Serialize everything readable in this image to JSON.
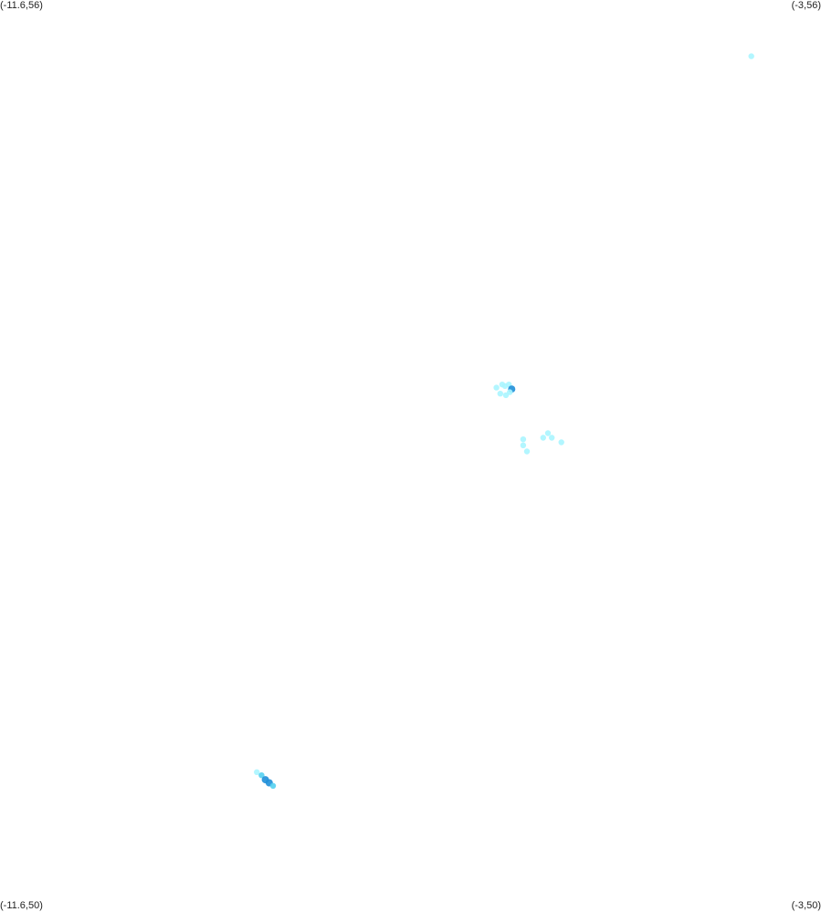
{
  "map": {
    "corners": {
      "top_left": "(-11.6,56)",
      "top_right": "(-3,56)",
      "bottom_left": "(-11.6,50)",
      "bottom_right": "(-3,50)"
    },
    "extent": {
      "lon_min": -11.6,
      "lon_max": -3,
      "lat_min": 50,
      "lat_max": 56
    },
    "colors": {
      "background": "#ffffff",
      "low": "#aaf5ff",
      "mid": "#55d0f0",
      "high": "#1f8fd8"
    },
    "points": [
      {
        "lon": -3.73,
        "lat": 55.63,
        "level": 1
      },
      {
        "lon": -6.4,
        "lat": 53.45,
        "level": 1
      },
      {
        "lon": -6.34,
        "lat": 53.47,
        "level": 1
      },
      {
        "lon": -6.31,
        "lat": 53.46,
        "level": 1
      },
      {
        "lon": -6.27,
        "lat": 53.47,
        "level": 1
      },
      {
        "lon": -6.24,
        "lat": 53.44,
        "level": 3
      },
      {
        "lon": -6.26,
        "lat": 53.42,
        "level": 1
      },
      {
        "lon": -6.36,
        "lat": 53.41,
        "level": 1
      },
      {
        "lon": -6.3,
        "lat": 53.4,
        "level": 1
      },
      {
        "lon": -6.12,
        "lat": 53.11,
        "level": 1
      },
      {
        "lon": -6.12,
        "lat": 53.07,
        "level": 1
      },
      {
        "lon": -6.08,
        "lat": 53.03,
        "level": 1
      },
      {
        "lon": -5.91,
        "lat": 53.12,
        "level": 1
      },
      {
        "lon": -5.86,
        "lat": 53.15,
        "level": 1
      },
      {
        "lon": -5.82,
        "lat": 53.12,
        "level": 1
      },
      {
        "lon": -5.72,
        "lat": 53.09,
        "level": 1
      },
      {
        "lon": -8.91,
        "lat": 50.92,
        "level": 1
      },
      {
        "lon": -8.86,
        "lat": 50.9,
        "level": 2
      },
      {
        "lon": -8.82,
        "lat": 50.87,
        "level": 3
      },
      {
        "lon": -8.78,
        "lat": 50.85,
        "level": 3
      },
      {
        "lon": -8.74,
        "lat": 50.83,
        "level": 2
      }
    ]
  }
}
